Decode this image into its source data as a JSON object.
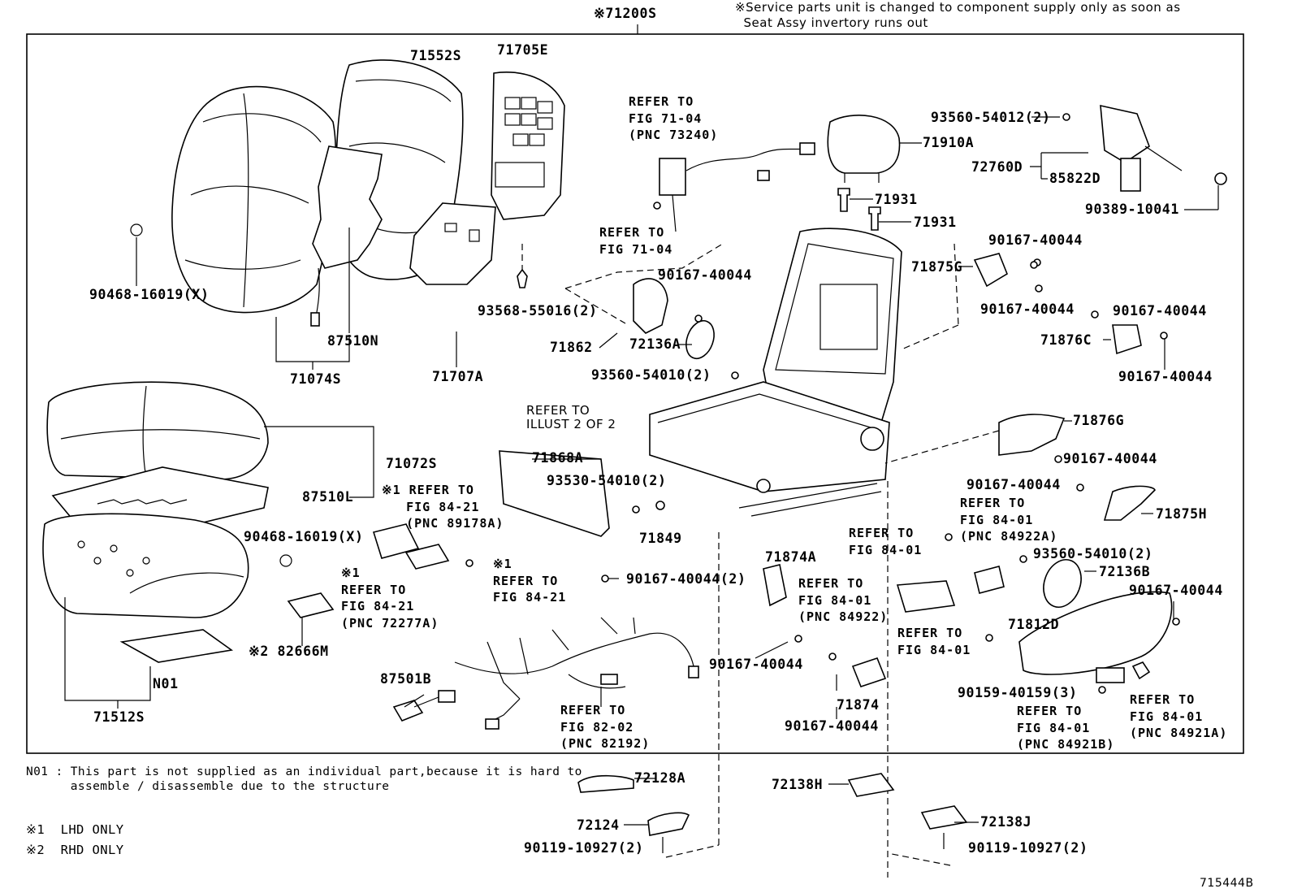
{
  "header": {
    "main_part": "※71200S",
    "service_note": "※Service parts unit is changed to component supply only as soon as\n  Seat Assy invertory runs out"
  },
  "labels": {
    "p71552S": "71552S",
    "p71705E": "71705E",
    "p90468_16019_X_top": "90468-16019(X)",
    "p87510N": "87510N",
    "p71074S": "71074S",
    "p71707A": "71707A",
    "p93568_55016": "93568-55016(2)",
    "p71862": "71862",
    "p72136A": "72136A",
    "p90167_40044_a": "90167-40044",
    "p93560_54010_a": "93560-54010(2)",
    "p71910A": "71910A",
    "p71931_a": "71931",
    "p71931_b": "71931",
    "p93560_54012": "93560-54012(2)",
    "p72760D": "72760D",
    "p85822D": "85822D",
    "p90389_10041": "90389-10041",
    "p90167_40044_b": "90167-40044",
    "p71875G": "71875G",
    "p90167_40044_c": "90167-40044",
    "p90167_40044_d": "90167-40044",
    "p71876C": "71876C",
    "p90167_40044_e": "90167-40044",
    "p71876G": "71876G",
    "p90167_40044_f": "90167-40044",
    "p71072S": "71072S",
    "p87510L": "87510L",
    "p90468_16019_X_mid": "90468-16019(X)",
    "p71868A": "71868A",
    "p93530_54010": "93530-54010(2)",
    "p71849": "71849",
    "p90167_40044_2": "90167-40044(2)",
    "p82666M": "※2 82666M",
    "pN01": "N01",
    "p71512S": "71512S",
    "p87501B": "87501B",
    "p71874A": "71874A",
    "p90167_40044_g": "90167-40044",
    "p71874": "71874",
    "p90167_40044_h": "90167-40044",
    "p90167_40044_i": "90167-40044",
    "p71875H": "71875H",
    "p93560_54010_b": "93560-54010(2)",
    "p72136B": "72136B",
    "p90167_40044_j": "90167-40044",
    "p71812D": "71812D",
    "p90159_40159": "90159-40159(3)",
    "p72128A": "72128A",
    "p72124": "72124",
    "p90119_10927_a": "90119-10927(2)",
    "p72138H": "72138H",
    "p72138J": "72138J",
    "p90119_10927_b": "90119-10927(2)",
    "figure_id": "715444B"
  },
  "refs": {
    "r_fig7104_pnc": "REFER TO\nFIG 71-04\n(PNC 73240)",
    "r_fig7104": "REFER TO\nFIG 71-04",
    "r_illust": "REFER TO\nILLUST 2 OF 2",
    "r_fig8421_89178": "※1 REFER TO\n   FIG 84-21\n   (PNC 89178A)",
    "r_fig8421_72277": "※1\nREFER TO\nFIG 84-21\n(PNC 72277A)",
    "r_fig8421": "※1\nREFER TO\nFIG 84-21",
    "r_fig8202": "REFER TO\nFIG 82-02\n(PNC 82192)",
    "r_fig8401_a": "REFER TO\nFIG 84-01",
    "r_fig8401_84922": "REFER TO\nFIG 84-01\n(PNC 84922)",
    "r_fig8401_b": "REFER TO\nFIG 84-01",
    "r_fig8401_84922A": "REFER TO\nFIG 84-01\n(PNC 84922A)",
    "r_fig8401_84921B": "REFER TO\nFIG 84-01\n(PNC 84921B)",
    "r_fig8401_84921A": "REFER TO\nFIG 84-01\n(PNC 84921A)"
  },
  "footnotes": {
    "n01": "N01 : This part is not supplied as an individual part,because it is hard to\n      assemble / disassemble due to the structure",
    "lhd": "※1  LHD ONLY",
    "rhd": "※2  RHD ONLY"
  }
}
